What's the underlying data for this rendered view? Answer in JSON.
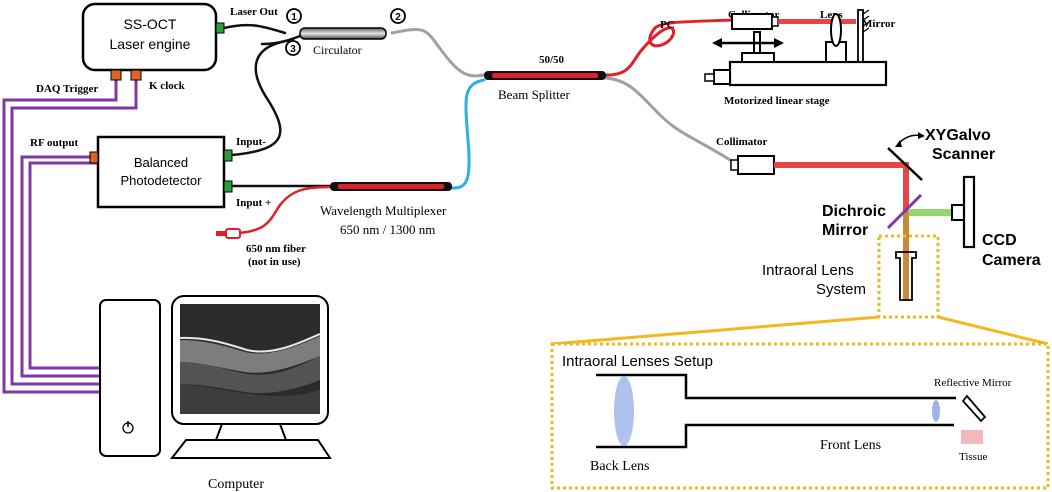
{
  "laser_engine": {
    "line1": "SS-OCT",
    "line2": "Laser engine"
  },
  "photodetector": {
    "line1": "Balanced",
    "line2": "Photodetector"
  },
  "labels": {
    "laser_out": "Laser Out",
    "daq_trigger": "DAQ Trigger",
    "k_clock": "K clock",
    "rf_output": "RF output",
    "input_minus": "Input-",
    "input_plus": "Input +",
    "fiber_650": "650 nm fiber",
    "not_in_use": "(not in use)",
    "circulator": "Circulator",
    "port1": "1",
    "port2": "2",
    "port3": "3",
    "split_ratio": "50/50",
    "beam_splitter": "Beam Splitter",
    "wdm_line1": "Wavelength Multiplexer",
    "wdm_line2": "650 nm / 1300 nm",
    "pc": "PC",
    "collimator_ref": "Collimator",
    "lens": "Lens",
    "mirror": "Mirror",
    "linear_stage": "Motorized linear stage",
    "collimator_sample": "Collimator",
    "galvo_line1": "XYGalvo",
    "galvo_line2": "Scanner",
    "dichroic_line1": "Dichroic",
    "dichroic_line2": "Mirror",
    "ccd_line1": "CCD",
    "ccd_line2": "Camera",
    "intraoral_line1": "Intraoral Lens",
    "intraoral_line2": "System",
    "computer": "Computer"
  },
  "inset": {
    "title": "Intraoral Lenses Setup",
    "reflective_mirror": "Reflective Mirror",
    "front_lens": "Front Lens",
    "back_lens": "Back Lens",
    "tissue": "Tissue"
  },
  "colors": {
    "fiber_black": "#111111",
    "fiber_gray": "#a0a0a0",
    "fiber_red": "#e0202a",
    "fiber_blue": "#2bb0e6",
    "cable_purple": "#7d3aa6",
    "connector_orange": "#e0641e",
    "connector_green": "#2e9e3a",
    "beam_red": "#e84646",
    "beam_green": "#96d66e",
    "beam_orange": "#c98a3a",
    "highlight_gold": "#f0b91e",
    "lens_blue": "#9eb2ea",
    "tissue_pink": "#f5b8b8"
  }
}
